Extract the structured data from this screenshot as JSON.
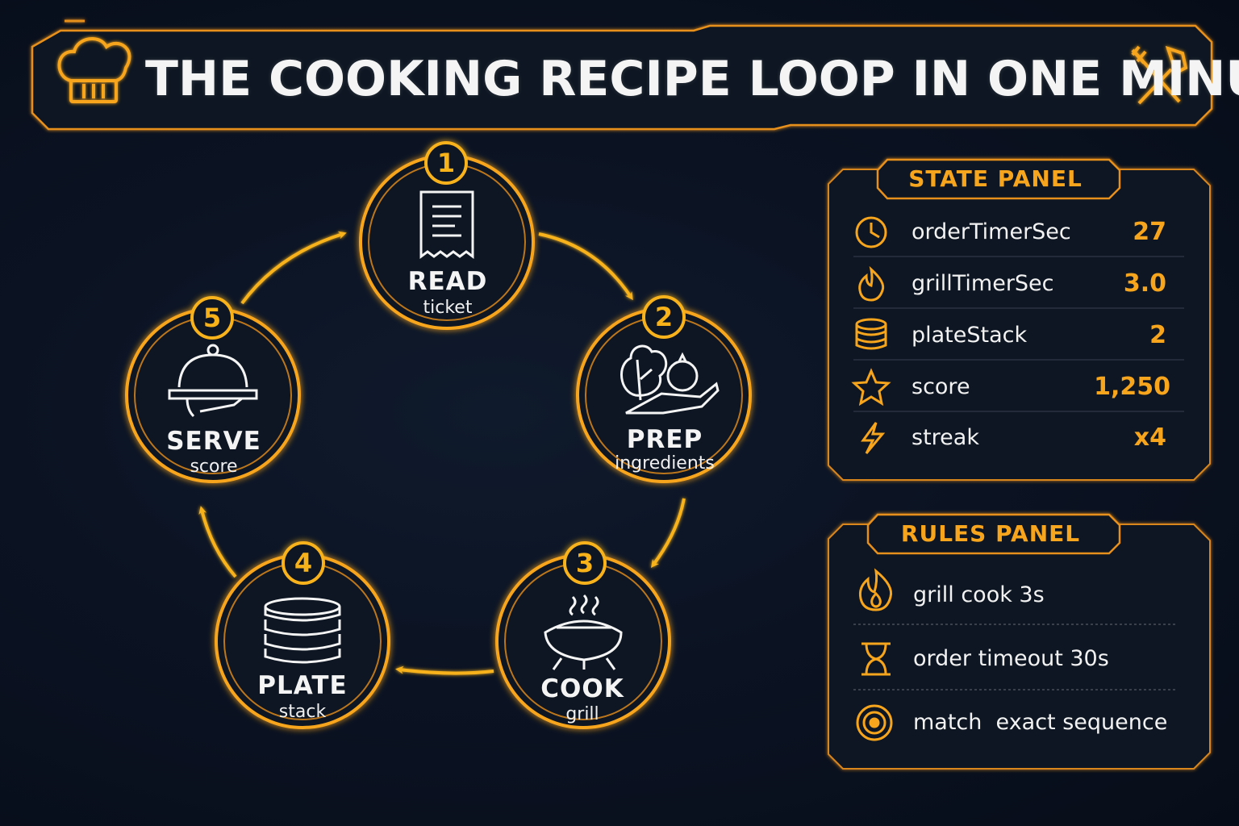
{
  "title": "THE COOKING RECIPE LOOP IN ONE MINUTE",
  "accent_color": "#f7a51c",
  "background_color": "#0a1220",
  "header": {
    "left_icon": "chef-hat-icon",
    "right_icon": "crossed-utensils-icon"
  },
  "steps": [
    {
      "number": "1",
      "label": "READ",
      "sub": "ticket",
      "icon": "receipt-icon"
    },
    {
      "number": "2",
      "label": "PREP",
      "sub": "ingredients",
      "icon": "vegetables-cutting-board-icon"
    },
    {
      "number": "3",
      "label": "COOK",
      "sub": "grill",
      "icon": "grill-icon"
    },
    {
      "number": "4",
      "label": "PLATE",
      "sub": "stack",
      "icon": "plate-stack-icon"
    },
    {
      "number": "5",
      "label": "SERVE",
      "sub": "score",
      "icon": "cloche-icon"
    }
  ],
  "state_panel": {
    "title": "STATE PANEL",
    "rows": [
      {
        "name": "orderTimerSec",
        "value": "27",
        "icon": "clock-icon"
      },
      {
        "name": "grillTimerSec",
        "value": "3.0",
        "icon": "flame-icon"
      },
      {
        "name": "plateStack",
        "value": "2",
        "icon": "stack-icon"
      },
      {
        "name": "score",
        "value": "1,250",
        "icon": "star-icon"
      },
      {
        "name": "streak",
        "value": "x4",
        "icon": "lightning-icon"
      }
    ]
  },
  "rules_panel": {
    "title": "RULES PANEL",
    "rules": [
      {
        "text": "grill cook 3s",
        "icon": "flame-icon"
      },
      {
        "text": "order timeout 30s",
        "icon": "hourglass-icon"
      },
      {
        "text": "match  exact sequence",
        "icon": "target-icon"
      }
    ]
  }
}
